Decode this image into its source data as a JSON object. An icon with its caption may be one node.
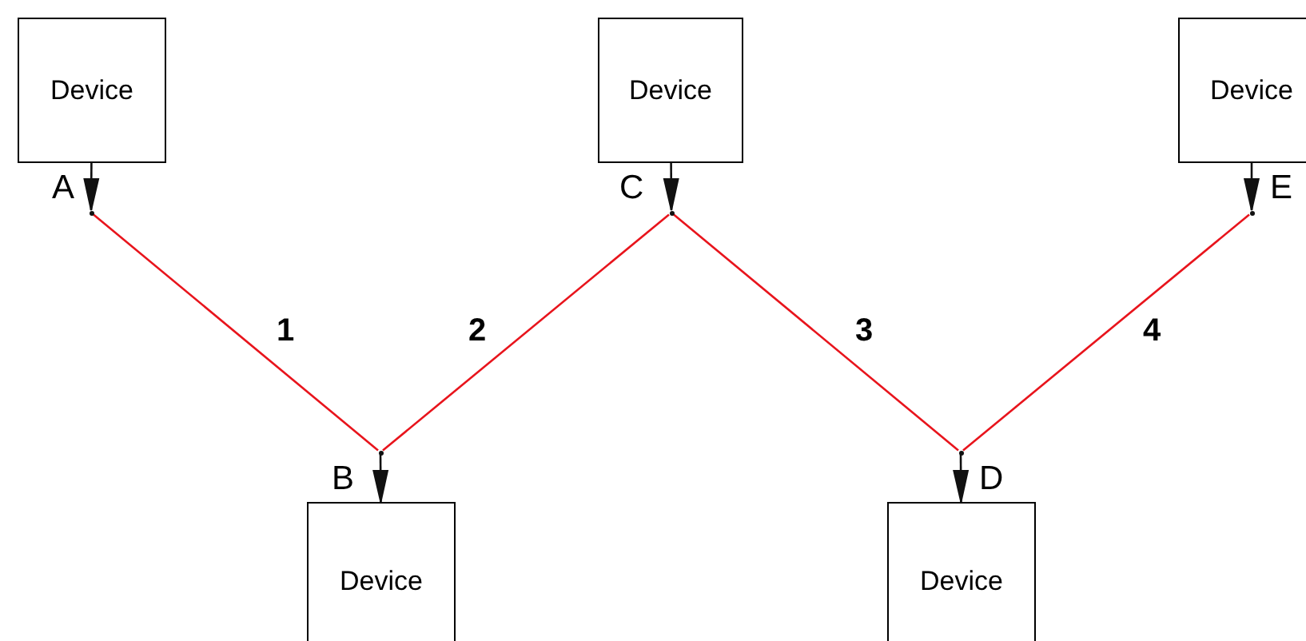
{
  "diagram": {
    "nodes": [
      {
        "text": [
          "Device"
        ]
      },
      {
        "text": [
          "Device"
        ]
      },
      {
        "text": [
          "Device"
        ]
      },
      {
        "text": [],
        "shape": "point",
        "beside": [
          "A"
        ]
      },
      {
        "text": [],
        "shape": "point",
        "beside": [
          "C"
        ]
      },
      {
        "text": [],
        "shape": "point",
        "beside": [
          "E"
        ]
      },
      {
        "text": [],
        "shape": "point",
        "beside": [
          "B"
        ]
      },
      {
        "text": [],
        "shape": "point",
        "beside": [
          "D"
        ]
      },
      {
        "text": [
          "Device"
        ]
      },
      {
        "text": [
          "Device"
        ]
      }
    ],
    "edges": [
      {
        "from": 0,
        "to": 3,
        "arrow": "to"
      },
      {
        "from": 1,
        "to": 4,
        "arrow": "to"
      },
      {
        "from": 2,
        "to": 5,
        "arrow": "to"
      },
      {
        "from": 6,
        "to": 8,
        "arrow": "to"
      },
      {
        "from": 7,
        "to": 9,
        "arrow": "to"
      },
      {
        "from": 3,
        "to": 6,
        "arrow": "none",
        "label": "1",
        "color": "#e8141c"
      },
      {
        "from": 6,
        "to": 4,
        "arrow": "none",
        "label": "2",
        "color": "#e8141c"
      },
      {
        "from": 4,
        "to": 7,
        "arrow": "none",
        "label": "3",
        "color": "#e8141c"
      },
      {
        "from": 7,
        "to": 5,
        "arrow": "none",
        "label": "4",
        "color": "#e8141c"
      }
    ]
  }
}
